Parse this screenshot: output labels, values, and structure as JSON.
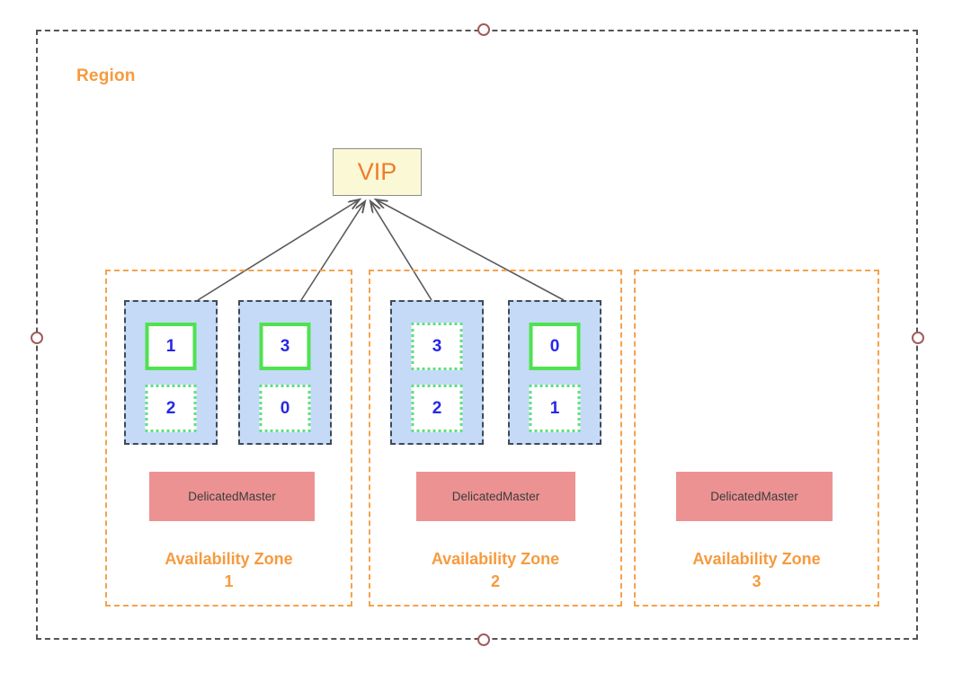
{
  "diagram": {
    "title_region": "Region",
    "vip": {
      "label": "VIP"
    },
    "availability_zones": [
      {
        "name": "Availability Zone",
        "number": "1",
        "master": {
          "label": "DelicatedMaster"
        },
        "nodes": [
          {
            "shards": [
              {
                "value": "1",
                "role": "primary"
              },
              {
                "value": "2",
                "role": "replica"
              }
            ]
          },
          {
            "shards": [
              {
                "value": "3",
                "role": "primary"
              },
              {
                "value": "0",
                "role": "replica"
              }
            ]
          }
        ]
      },
      {
        "name": "Availability Zone",
        "number": "2",
        "master": {
          "label": "DelicatedMaster"
        },
        "nodes": [
          {
            "shards": [
              {
                "value": "3",
                "role": "replica"
              },
              {
                "value": "2",
                "role": "replica"
              }
            ]
          },
          {
            "shards": [
              {
                "value": "0",
                "role": "primary"
              },
              {
                "value": "1",
                "role": "replica"
              }
            ]
          }
        ]
      },
      {
        "name": "Availability Zone",
        "number": "3",
        "master": {
          "label": "DelicatedMaster"
        },
        "nodes": []
      }
    ],
    "colors": {
      "region_border": "#555555",
      "zone_border": "#f5a24b",
      "zone_label": "#f79a3e",
      "vip_fill": "#fbf8d5",
      "vip_border": "#8c8c8c",
      "vip_text": "#f07c2b",
      "node_fill": "#c5daf7",
      "node_border": "#404a56",
      "shard_primary_border": "#4fe24f",
      "shard_replica_border": "#5fe07f",
      "shard_text": "#2727e8",
      "master_fill": "#ed9292",
      "master_text": "#3c3c3c",
      "handle_stroke": "#a15b5b",
      "link_stroke": "#5a5a5a"
    }
  }
}
